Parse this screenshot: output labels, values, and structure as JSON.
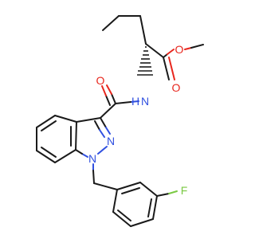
{
  "molecule": {
    "atom_labels": {
      "ester_carbonyl_o": "O",
      "ester_ether_o": "O",
      "amide_o": "O",
      "amide_n": "N",
      "amide_h": "H",
      "indazole_n2": "N",
      "indazole_n1": "N",
      "fluorine": "F"
    }
  },
  "colors": {
    "bond": "#1a1a1a",
    "oxygen": "#e8271e",
    "nitrogen": "#3050e0",
    "fluorine": "#7ac943"
  }
}
